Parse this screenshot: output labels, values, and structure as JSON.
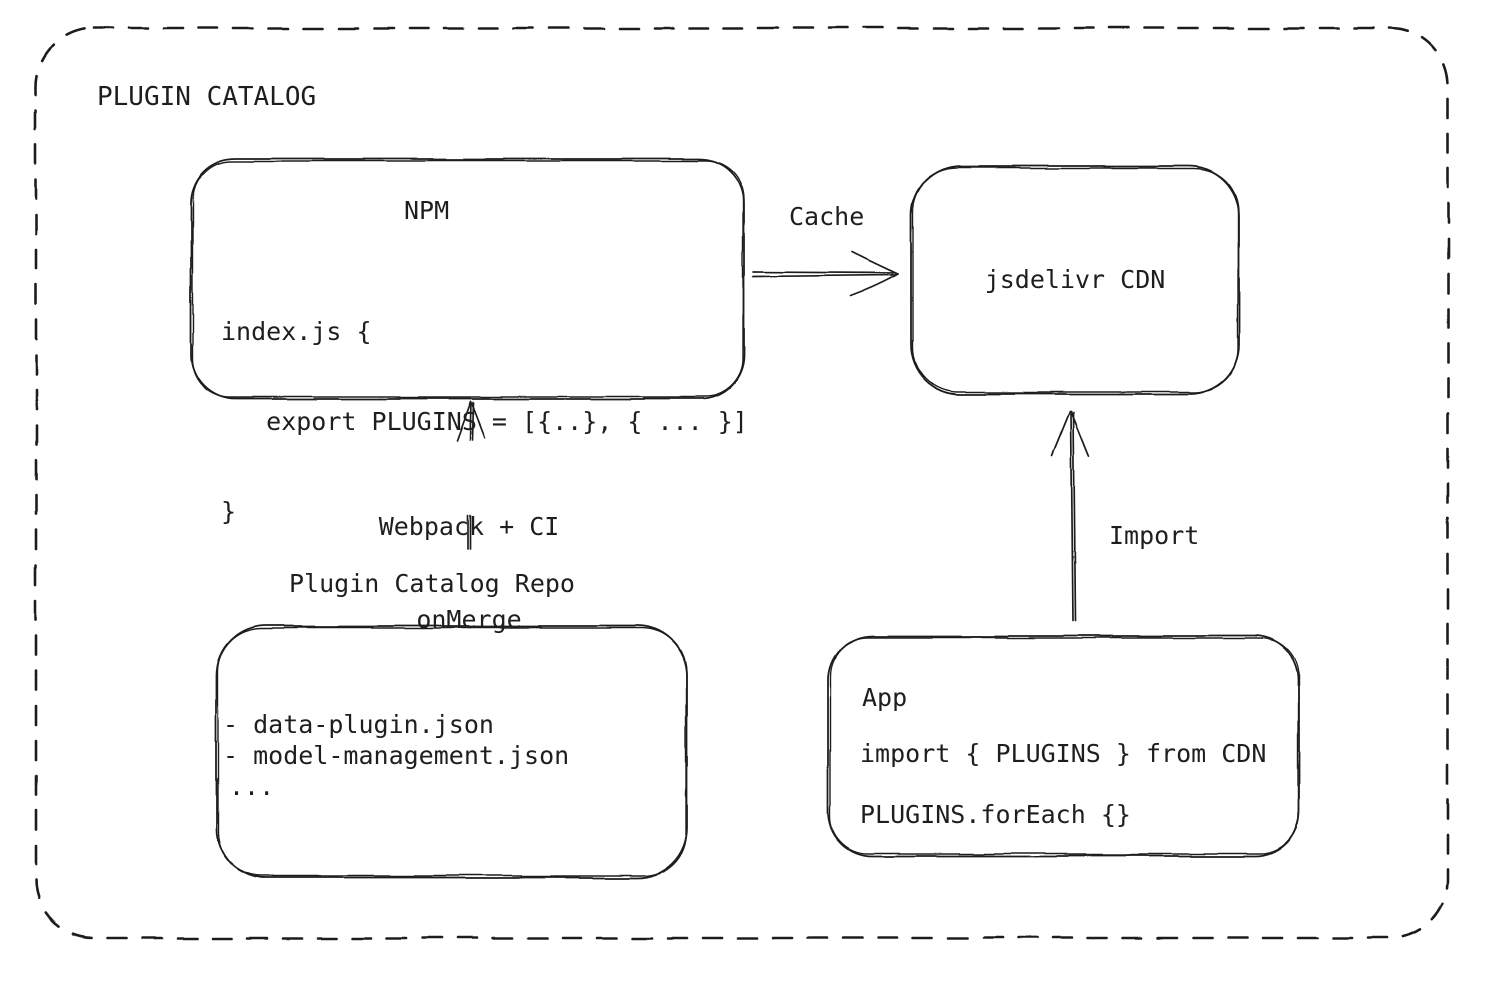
{
  "diagram": {
    "title": "PLUGIN CATALOG",
    "colors": {
      "stroke": "#1e1e1e",
      "background": "#ffffff"
    },
    "nodes": {
      "npm": {
        "title": "NPM",
        "code_line1": "index.js {",
        "code_line2": "   export PLUGINS = [{..}, { ... }]",
        "code_line3": "}"
      },
      "cdn": {
        "label": "jsdelivr CDN"
      },
      "repo": {
        "title": "Plugin Catalog Repo",
        "item1": "- data-plugin.json",
        "item2": "- model-management.json",
        "item3": "..."
      },
      "app": {
        "title": "App",
        "code_line1": "import { PLUGINS } from CDN",
        "code_line2": "PLUGINS.forEach {}"
      }
    },
    "edges": {
      "cache": {
        "label": "Cache"
      },
      "webpack_ci": {
        "label_line1": "Webpack + CI",
        "label_line2": "onMerge"
      },
      "import": {
        "label": "Import"
      }
    }
  }
}
